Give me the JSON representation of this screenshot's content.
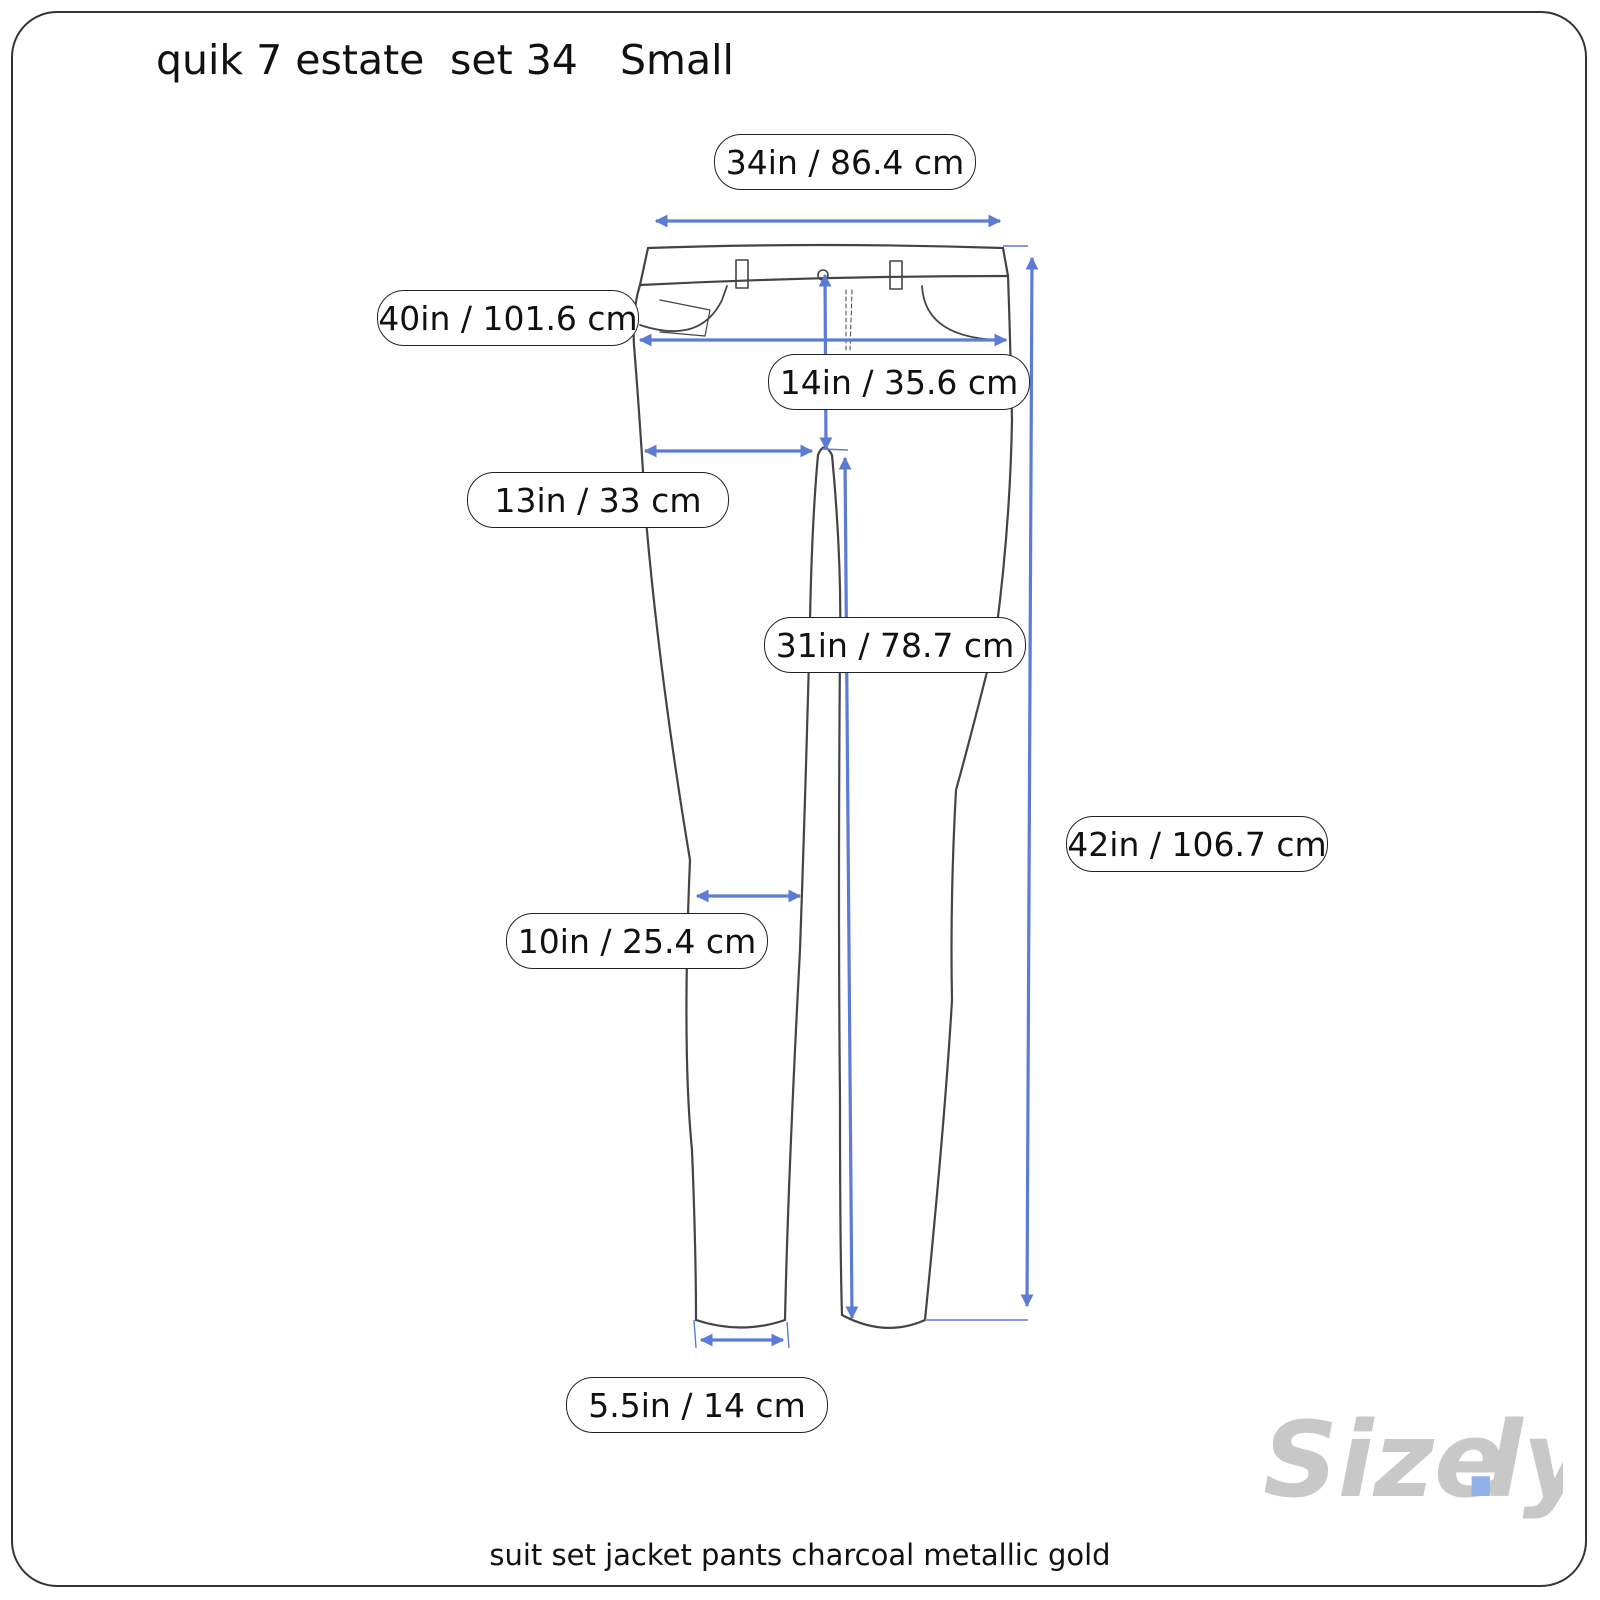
{
  "header": {
    "brand": "quik 7 estate",
    "set": "set 34",
    "size": "Small"
  },
  "measurements": {
    "waist": "34in / 86.4 cm",
    "hip": "40in / 101.6 cm",
    "rise": "14in / 35.6 cm",
    "thigh": "13in / 33 cm",
    "inseam": "31in / 78.7 cm",
    "outseam": "42in / 106.7 cm",
    "knee": "10in / 25.4 cm",
    "leg_opening": "5.5in / 14 cm"
  },
  "description": "suit set jacket pants charcoal metallic gold",
  "logo": {
    "text_main": "Size",
    "text_suffix": "ly",
    "dot": "."
  },
  "colors": {
    "arrow": "#5b7bd5",
    "outline": "#444444",
    "logo_gray": "#c8c8c8",
    "logo_dot": "#8fb0e8"
  }
}
